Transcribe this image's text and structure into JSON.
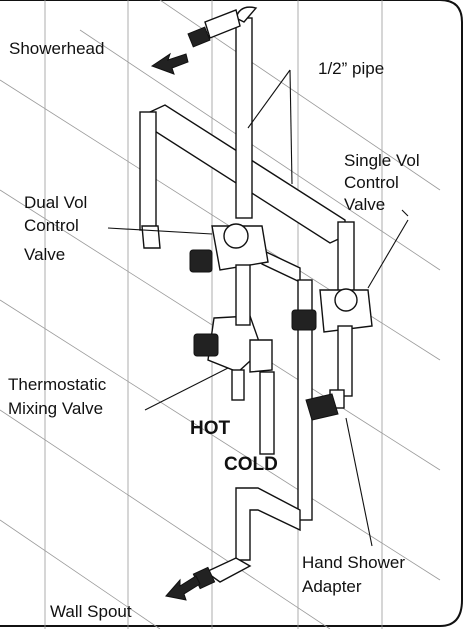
{
  "labels": {
    "showerhead": "Showerhead",
    "pipe": "1/2” pipe",
    "single_vol_line1": "Single Vol",
    "single_vol_line2": "Control",
    "single_vol_line3": "Valve",
    "dual_vol_line1": "Dual Vol",
    "dual_vol_line2": "Control",
    "dual_vol_line3": "Valve",
    "thermo_line1": "Thermostatic",
    "thermo_line2": "Mixing Valve",
    "hot": "HOT",
    "cold": "COLD",
    "hand_shower_line1": "Hand Shower",
    "hand_shower_line2": "Adapter",
    "wall_spout": "Wall Spout"
  },
  "colors": {
    "line": "#111111",
    "grid": "#9a9a9a",
    "background": "#ffffff"
  }
}
